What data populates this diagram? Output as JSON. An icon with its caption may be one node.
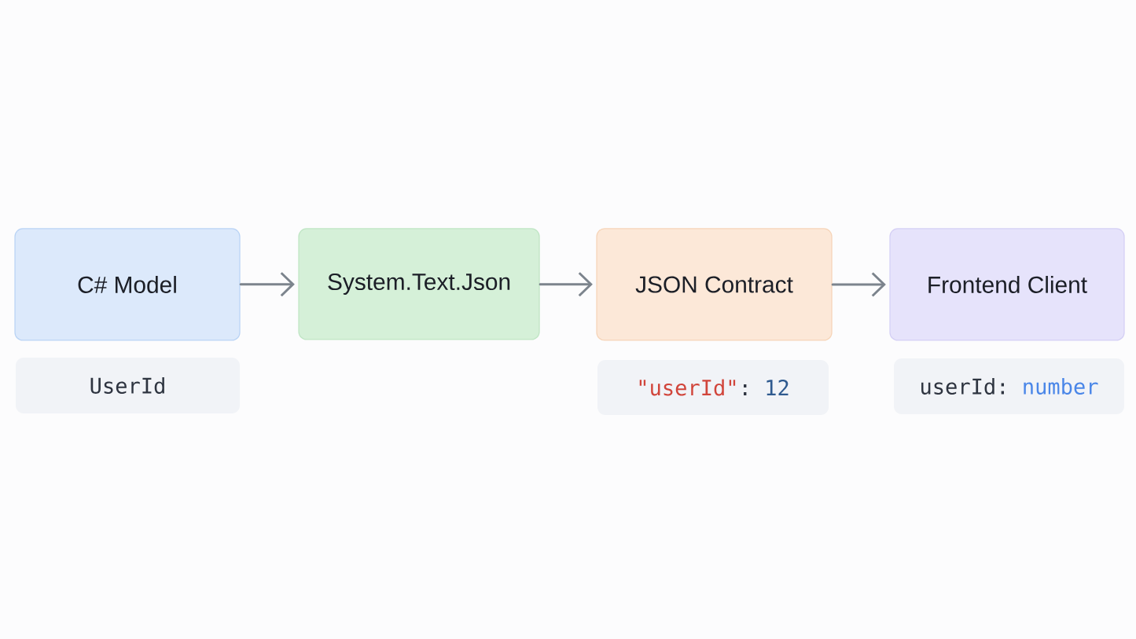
{
  "diagram": {
    "nodes": [
      {
        "text": [
          "C# Model"
        ]
      },
      {
        "text": [
          "System.Text.Json"
        ]
      },
      {
        "text": [
          "JSON Contract"
        ]
      },
      {
        "text": [
          "Frontend Client"
        ]
      },
      {
        "text": [
          "UserId"
        ]
      },
      {
        "text": [
          "\"userId\"",
          ":",
          "12"
        ]
      },
      {
        "text": [
          "userId:",
          "number"
        ]
      }
    ],
    "edges": [
      {
        "from": 0,
        "to": 1,
        "arrow": "to"
      },
      {
        "from": 1,
        "to": 2,
        "arrow": "to"
      },
      {
        "from": 2,
        "to": 3,
        "arrow": "to"
      }
    ]
  }
}
